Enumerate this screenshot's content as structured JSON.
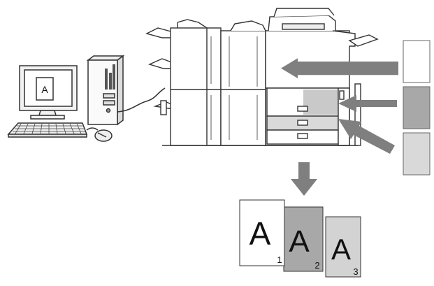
{
  "computer": {
    "screen_letter": "A"
  },
  "paper_sources": [
    {
      "fill": "#ffffff"
    },
    {
      "fill": "#a8a8a8"
    },
    {
      "fill": "#d9d9d9"
    }
  ],
  "output_pages": [
    {
      "letter": "A",
      "number": "1",
      "fill": "#ffffff"
    },
    {
      "letter": "A",
      "number": "2",
      "fill": "#a8a8a8"
    },
    {
      "letter": "A",
      "number": "3",
      "fill": "#d3d3d3"
    }
  ],
  "colors": {
    "arrow": "#7f7f7f",
    "outline": "#333333",
    "machine_fill": "#ffffff"
  }
}
